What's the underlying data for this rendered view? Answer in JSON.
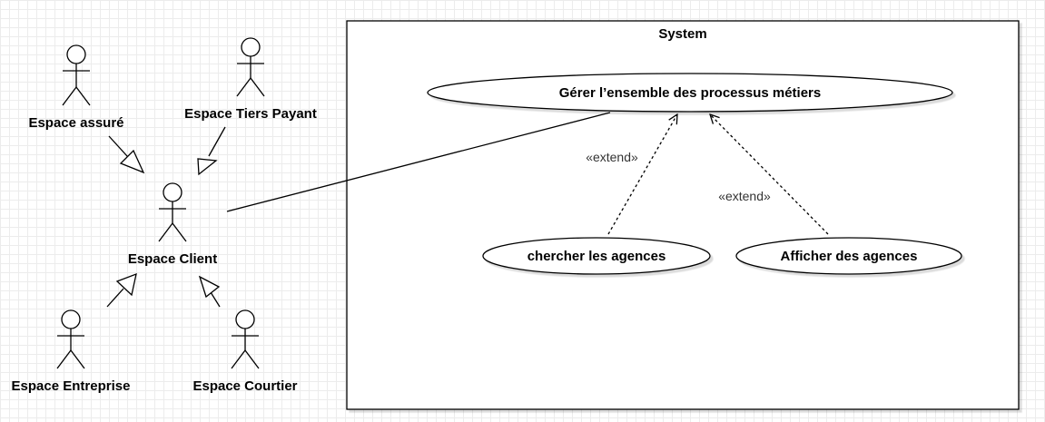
{
  "system": {
    "title": "System"
  },
  "actors": {
    "assure": "Espace assuré",
    "tiers_payant": "Espace Tiers Payant",
    "client": "Espace Client",
    "entreprise": "Espace Entreprise",
    "courtier": "Espace Courtier"
  },
  "use_cases": {
    "gerer": "Gérer l’ensemble des processus métiers",
    "chercher": "chercher les agences",
    "afficher": "Afficher des agences"
  },
  "relations": {
    "extend_left": "«extend»",
    "extend_right": "«extend»"
  }
}
